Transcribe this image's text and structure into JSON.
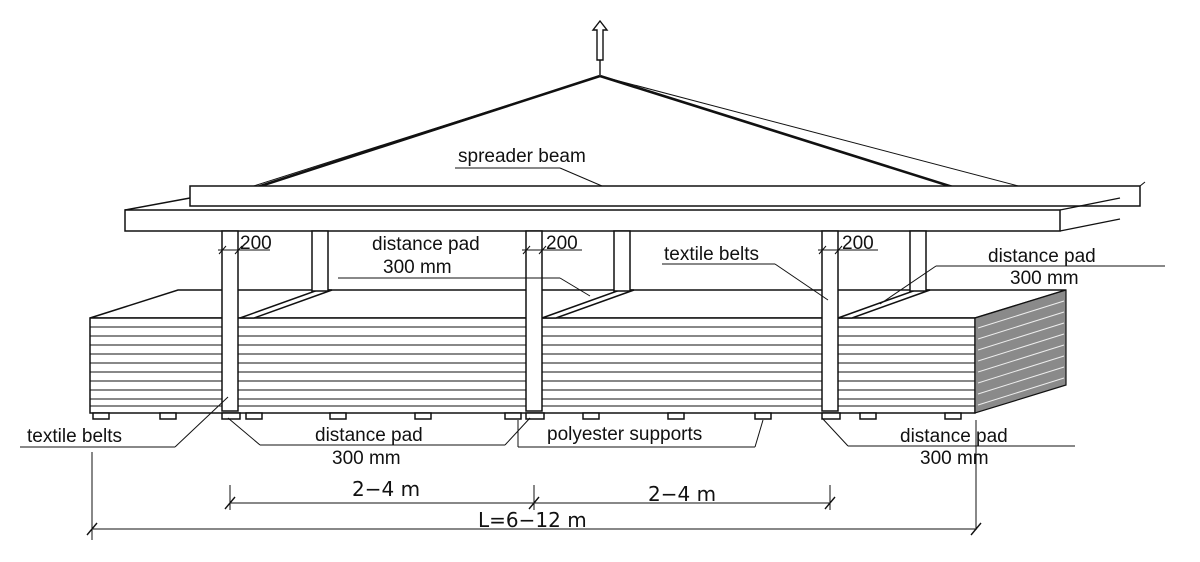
{
  "labels": {
    "spreader_beam": "spreader beam",
    "textile_belts_top": "textile belts",
    "textile_belts_bottom": "textile belts",
    "distance_pad_center_1": "distance pad",
    "distance_pad_center_2": "300 mm",
    "distance_pad_right_1": "distance pad",
    "distance_pad_right_2": "300 mm",
    "distance_pad_bottom_center_1": "distance pad",
    "distance_pad_bottom_center_2": "300 mm",
    "distance_pad_bottom_right_1": "distance pad",
    "distance_pad_bottom_right_2": "300 mm",
    "polyester_supports": "polyester supports"
  },
  "dimensions": {
    "belt_width_1": "200",
    "belt_width_2": "200",
    "belt_width_3": "200",
    "span_left": "2−4  m",
    "span_right": "2−4  m",
    "total_length": "L=6−12  m"
  }
}
